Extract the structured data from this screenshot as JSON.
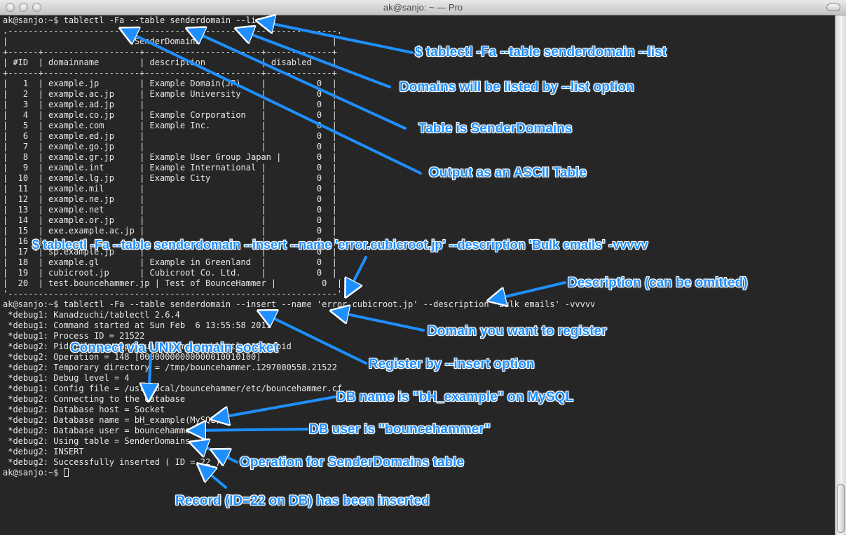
{
  "window": {
    "title": "ak@sanjo: ~ — Pro"
  },
  "terminal": {
    "lines": [
      "ak@sanjo:~$ tablectl -Fa --table senderdomain --list",
      ".-----------------------------------------------------------------.",
      "|                         SenderDomains                          |",
      "+------+-------------------+-----------------------+-------------+",
      "| #ID  | domainname        | description           | disabled    |",
      "+------+-------------------+-----------------------+-------------+",
      "|   1  | example.jp        | Example Domain(JP)    |          0  |",
      "|   2  | example.ac.jp     | Example University    |          0  |",
      "|   3  | example.ad.jp     |                       |          0  |",
      "|   4  | example.co.jp     | Example Corporation   |          0  |",
      "|   5  | example.com       | Example Inc.          |          0  |",
      "|   6  | example.ed.jp     |                       |          0  |",
      "|   7  | example.go.jp     |                       |          0  |",
      "|   8  | example.gr.jp     | Example User Group Japan |       0  |",
      "|   9  | example.int       | Example International |          0  |",
      "|  10  | example.lg.jp     | Example City          |          0  |",
      "|  11  | example.mil       |                       |          0  |",
      "|  12  | example.ne.jp     |                       |          0  |",
      "|  13  | example.net       |                       |          0  |",
      "|  14  | example.or.jp     |                       |          0  |",
      "|  15  | exe.example.ac.jp |                       |          0  |",
      "|  16  |                   |                       |          0  |",
      "|  17  | sp.example.jp     |                       |          0  |",
      "|  18  | example.gl        | Example in Greenland  |          0  |",
      "|  19  | cubicroot.jp      | Cubicroot Co. Ltd.    |          0  |",
      "|  20  | test.bouncehammer.jp | Test of BounceHammer |         0  |",
      "'-----------------------------------------------------------------'",
      "ak@sanjo:~$ tablectl -Fa --table senderdomain --insert --name 'error.cubicroot.jp' --description 'Bulk emails' -vvvvv",
      " *debug1: Kanadzuchi/tablectl 2.6.4",
      " *debug1: Command started at Sun Feb  6 13:55:58 2011",
      " *debug1: Process ID = 21522",
      " *debug2: Pid file = /tmp/bouncehammer/tablectl.21522.pid",
      " *debug2: Operation = 148 [00000000000000010010100]",
      " *debug2: Temporary directory = /tmp/bouncehammer.1297000558.21522",
      " *debug1: Debug level = 4",
      " *debug1: Config file = /usr/local/bouncehammer/etc/bouncehammer.cf",
      " *debug2: Connecting to the database",
      " *debug2: Database host = Socket",
      " *debug2: Database name = bH_example(MySQL)",
      " *debug2: Database user = bouncehammer",
      " *debug2: Using table = SenderDomains",
      " *debug2: INSERT",
      " *debug2: Successfully inserted ( ID = 22 )",
      "ak@sanjo:~$ "
    ]
  },
  "annotations": {
    "cmd_list": "$ tablectl -Fa --table senderdomain --list",
    "list_option": "Domains will be listed by --list option",
    "table_name": "Table is SenderDomains",
    "ascii_output": "Output as an ASCII Table",
    "insert_cmd": "$ tablectl -Fa --table senderdomain --insert --name 'error.cubicroot.jp' --description 'Bulk emails' -vvvvv",
    "description_note": "Description (can be omitted)",
    "domain_note": "Domain you want to register",
    "insert_option": "Register by --insert option",
    "socket_note": "Connect via UNIX domain socket",
    "db_name_note": "DB name is \"bH_example\" on MySQL",
    "db_user_note": "DB user is \"bouncehammer\"",
    "operation_note": "Operation for SenderDomains table",
    "record_note": "Record (ID=22 on DB) has been inserted"
  },
  "colors": {
    "annotation": "#1e8fff",
    "terminal_bg": "#262626",
    "terminal_fg": "#e8e8e8"
  }
}
